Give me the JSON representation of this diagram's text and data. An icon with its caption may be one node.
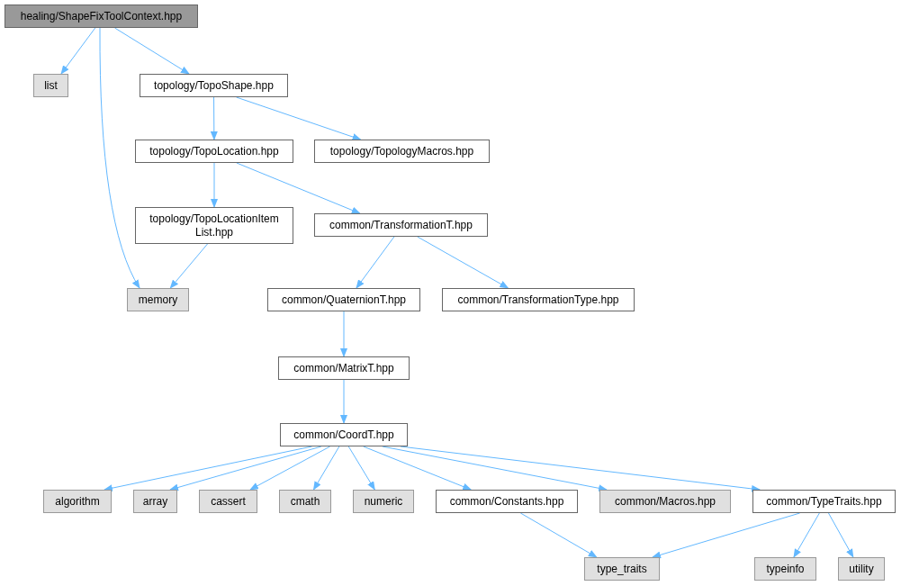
{
  "diagram": {
    "nodes": [
      {
        "text": [
          "healing/ShapeFixToolContext.hpp"
        ]
      },
      {
        "text": [
          "list"
        ]
      },
      {
        "text": [
          "topology/TopoShape.hpp"
        ]
      },
      {
        "text": [
          "topology/TopoLocation.hpp"
        ]
      },
      {
        "text": [
          "topology/TopologyMacros.hpp"
        ]
      },
      {
        "text": [
          "topology/TopoLocationItem List.hpp"
        ]
      },
      {
        "text": [
          "common/TransformationT.hpp"
        ]
      },
      {
        "text": [
          "memory"
        ]
      },
      {
        "text": [
          "common/QuaternionT.hpp"
        ]
      },
      {
        "text": [
          "common/TransformationType.hpp"
        ]
      },
      {
        "text": [
          "common/MatrixT.hpp"
        ]
      },
      {
        "text": [
          "common/CoordT.hpp"
        ]
      },
      {
        "text": [
          "algorithm"
        ]
      },
      {
        "text": [
          "array"
        ]
      },
      {
        "text": [
          "cassert"
        ]
      },
      {
        "text": [
          "cmath"
        ]
      },
      {
        "text": [
          "numeric"
        ]
      },
      {
        "text": [
          "common/Constants.hpp"
        ]
      },
      {
        "text": [
          "common/Macros.hpp"
        ]
      },
      {
        "text": [
          "common/TypeTraits.hpp"
        ]
      },
      {
        "text": [
          "type_traits"
        ]
      },
      {
        "text": [
          "typeinfo"
        ]
      },
      {
        "text": [
          "utility"
        ]
      }
    ],
    "edges": [
      {
        "from": 0,
        "to": 1,
        "arrow": "to"
      },
      {
        "from": 0,
        "to": 7,
        "arrow": "to"
      },
      {
        "from": 0,
        "to": 2,
        "arrow": "to"
      },
      {
        "from": 2,
        "to": 3,
        "arrow": "to"
      },
      {
        "from": 2,
        "to": 4,
        "arrow": "to"
      },
      {
        "from": 3,
        "to": 5,
        "arrow": "to"
      },
      {
        "from": 3,
        "to": 6,
        "arrow": "to"
      },
      {
        "from": 5,
        "to": 7,
        "arrow": "to"
      },
      {
        "from": 6,
        "to": 8,
        "arrow": "to"
      },
      {
        "from": 6,
        "to": 9,
        "arrow": "to"
      },
      {
        "from": 8,
        "to": 10,
        "arrow": "to"
      },
      {
        "from": 10,
        "to": 11,
        "arrow": "to"
      },
      {
        "from": 11,
        "to": 12,
        "arrow": "to"
      },
      {
        "from": 11,
        "to": 13,
        "arrow": "to"
      },
      {
        "from": 11,
        "to": 14,
        "arrow": "to"
      },
      {
        "from": 11,
        "to": 15,
        "arrow": "to"
      },
      {
        "from": 11,
        "to": 16,
        "arrow": "to"
      },
      {
        "from": 11,
        "to": 17,
        "arrow": "to"
      },
      {
        "from": 11,
        "to": 18,
        "arrow": "to"
      },
      {
        "from": 11,
        "to": 19,
        "arrow": "to"
      },
      {
        "from": 17,
        "to": 20,
        "arrow": "to"
      },
      {
        "from": 19,
        "to": 20,
        "arrow": "to"
      },
      {
        "from": 19,
        "to": 21,
        "arrow": "to"
      },
      {
        "from": 19,
        "to": 22,
        "arrow": "to"
      }
    ]
  }
}
